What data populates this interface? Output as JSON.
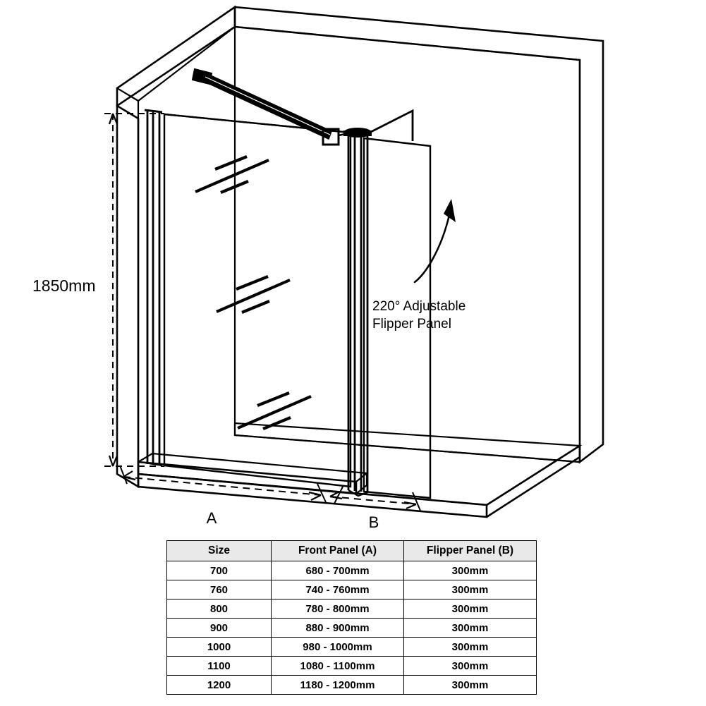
{
  "diagram": {
    "title_alt": "Walk-in shower screen with adjustable flipper panel",
    "height_dimension_label": "1850mm",
    "callout": {
      "line1": "220° Adjustable",
      "line2": "Flipper Panel"
    },
    "dimension_labels": {
      "front_panel": "A",
      "flipper_panel": "B"
    },
    "icons": {
      "rotation_arrow": "curved-rotation-arrow-icon",
      "support_bar": "support-bar-icon",
      "hinge": "hinge-icon"
    },
    "colors": {
      "line": "#000000",
      "background": "#ffffff",
      "table_header_bg": "#e9e9e9"
    }
  },
  "spec_table": {
    "columns": [
      "Size",
      "Front Panel (A)",
      "Flipper Panel (B)"
    ],
    "rows": [
      [
        "700",
        "680 - 700mm",
        "300mm"
      ],
      [
        "760",
        "740 - 760mm",
        "300mm"
      ],
      [
        "800",
        "780 - 800mm",
        "300mm"
      ],
      [
        "900",
        "880 - 900mm",
        "300mm"
      ],
      [
        "1000",
        "980 - 1000mm",
        "300mm"
      ],
      [
        "1100",
        "1080 - 1100mm",
        "300mm"
      ],
      [
        "1200",
        "1180 - 1200mm",
        "300mm"
      ]
    ]
  }
}
